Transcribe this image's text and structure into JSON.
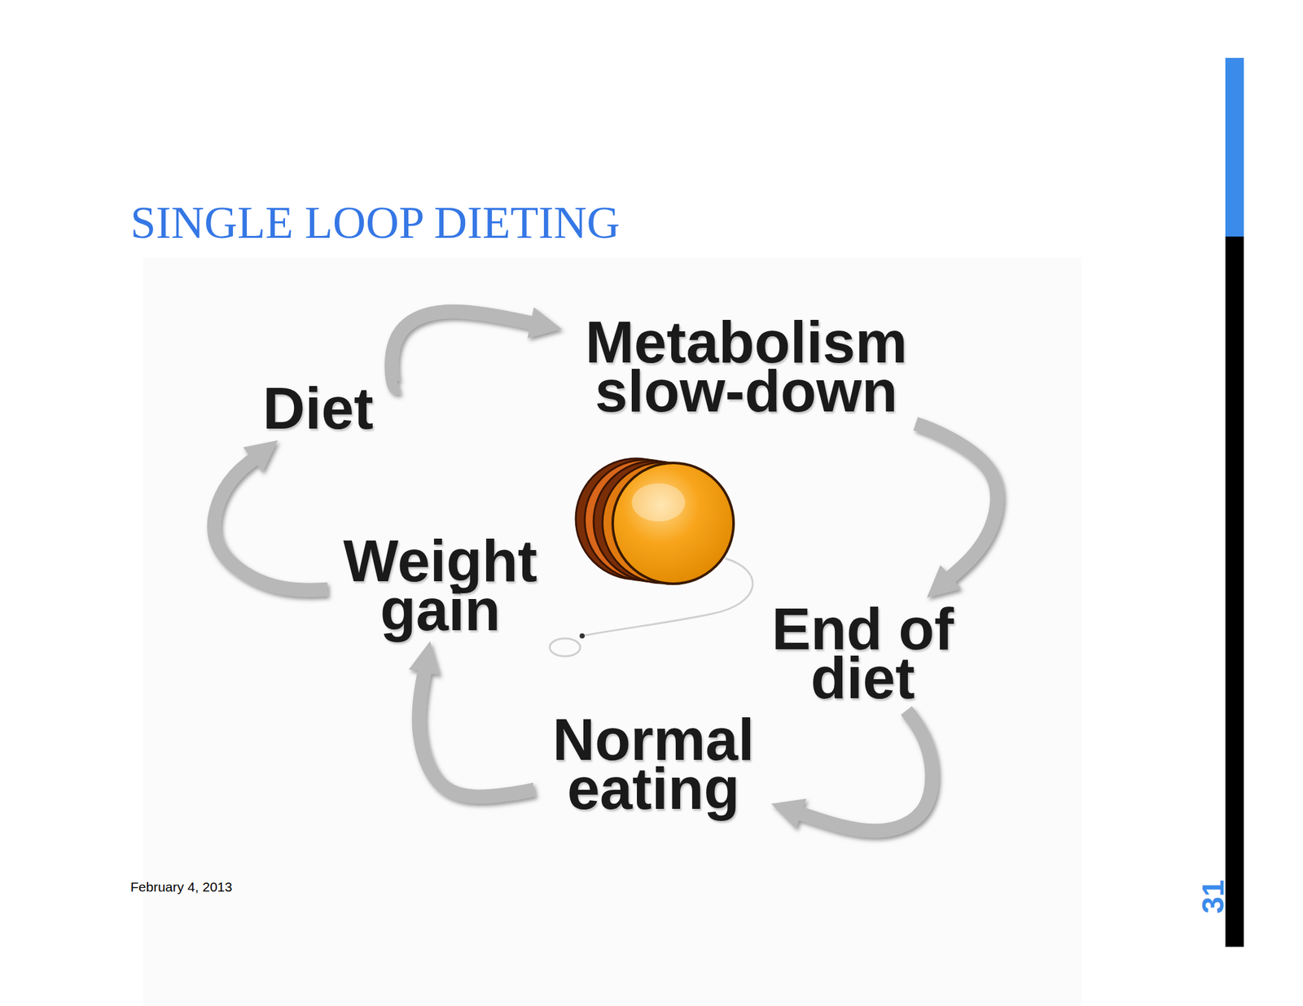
{
  "diagram": {
    "title": "SINGLE LOOP DIETING",
    "nodes": [
      {
        "text": [
          "Diet"
        ]
      },
      {
        "text": [
          "Metabolism slow-down"
        ]
      },
      {
        "text": [
          "End of diet"
        ]
      },
      {
        "text": [
          "Normal eating"
        ]
      },
      {
        "text": [
          "Weight gain"
        ]
      }
    ],
    "edges": [
      {
        "from": 0,
        "to": 1,
        "arrow": "to"
      },
      {
        "from": 1,
        "to": 2,
        "arrow": "to"
      },
      {
        "from": 2,
        "to": 3,
        "arrow": "to"
      },
      {
        "from": 3,
        "to": 4,
        "arrow": "to"
      },
      {
        "from": 4,
        "to": 0,
        "arrow": "to"
      }
    ],
    "labels": [
      "February 4, 2013",
      "31"
    ]
  }
}
